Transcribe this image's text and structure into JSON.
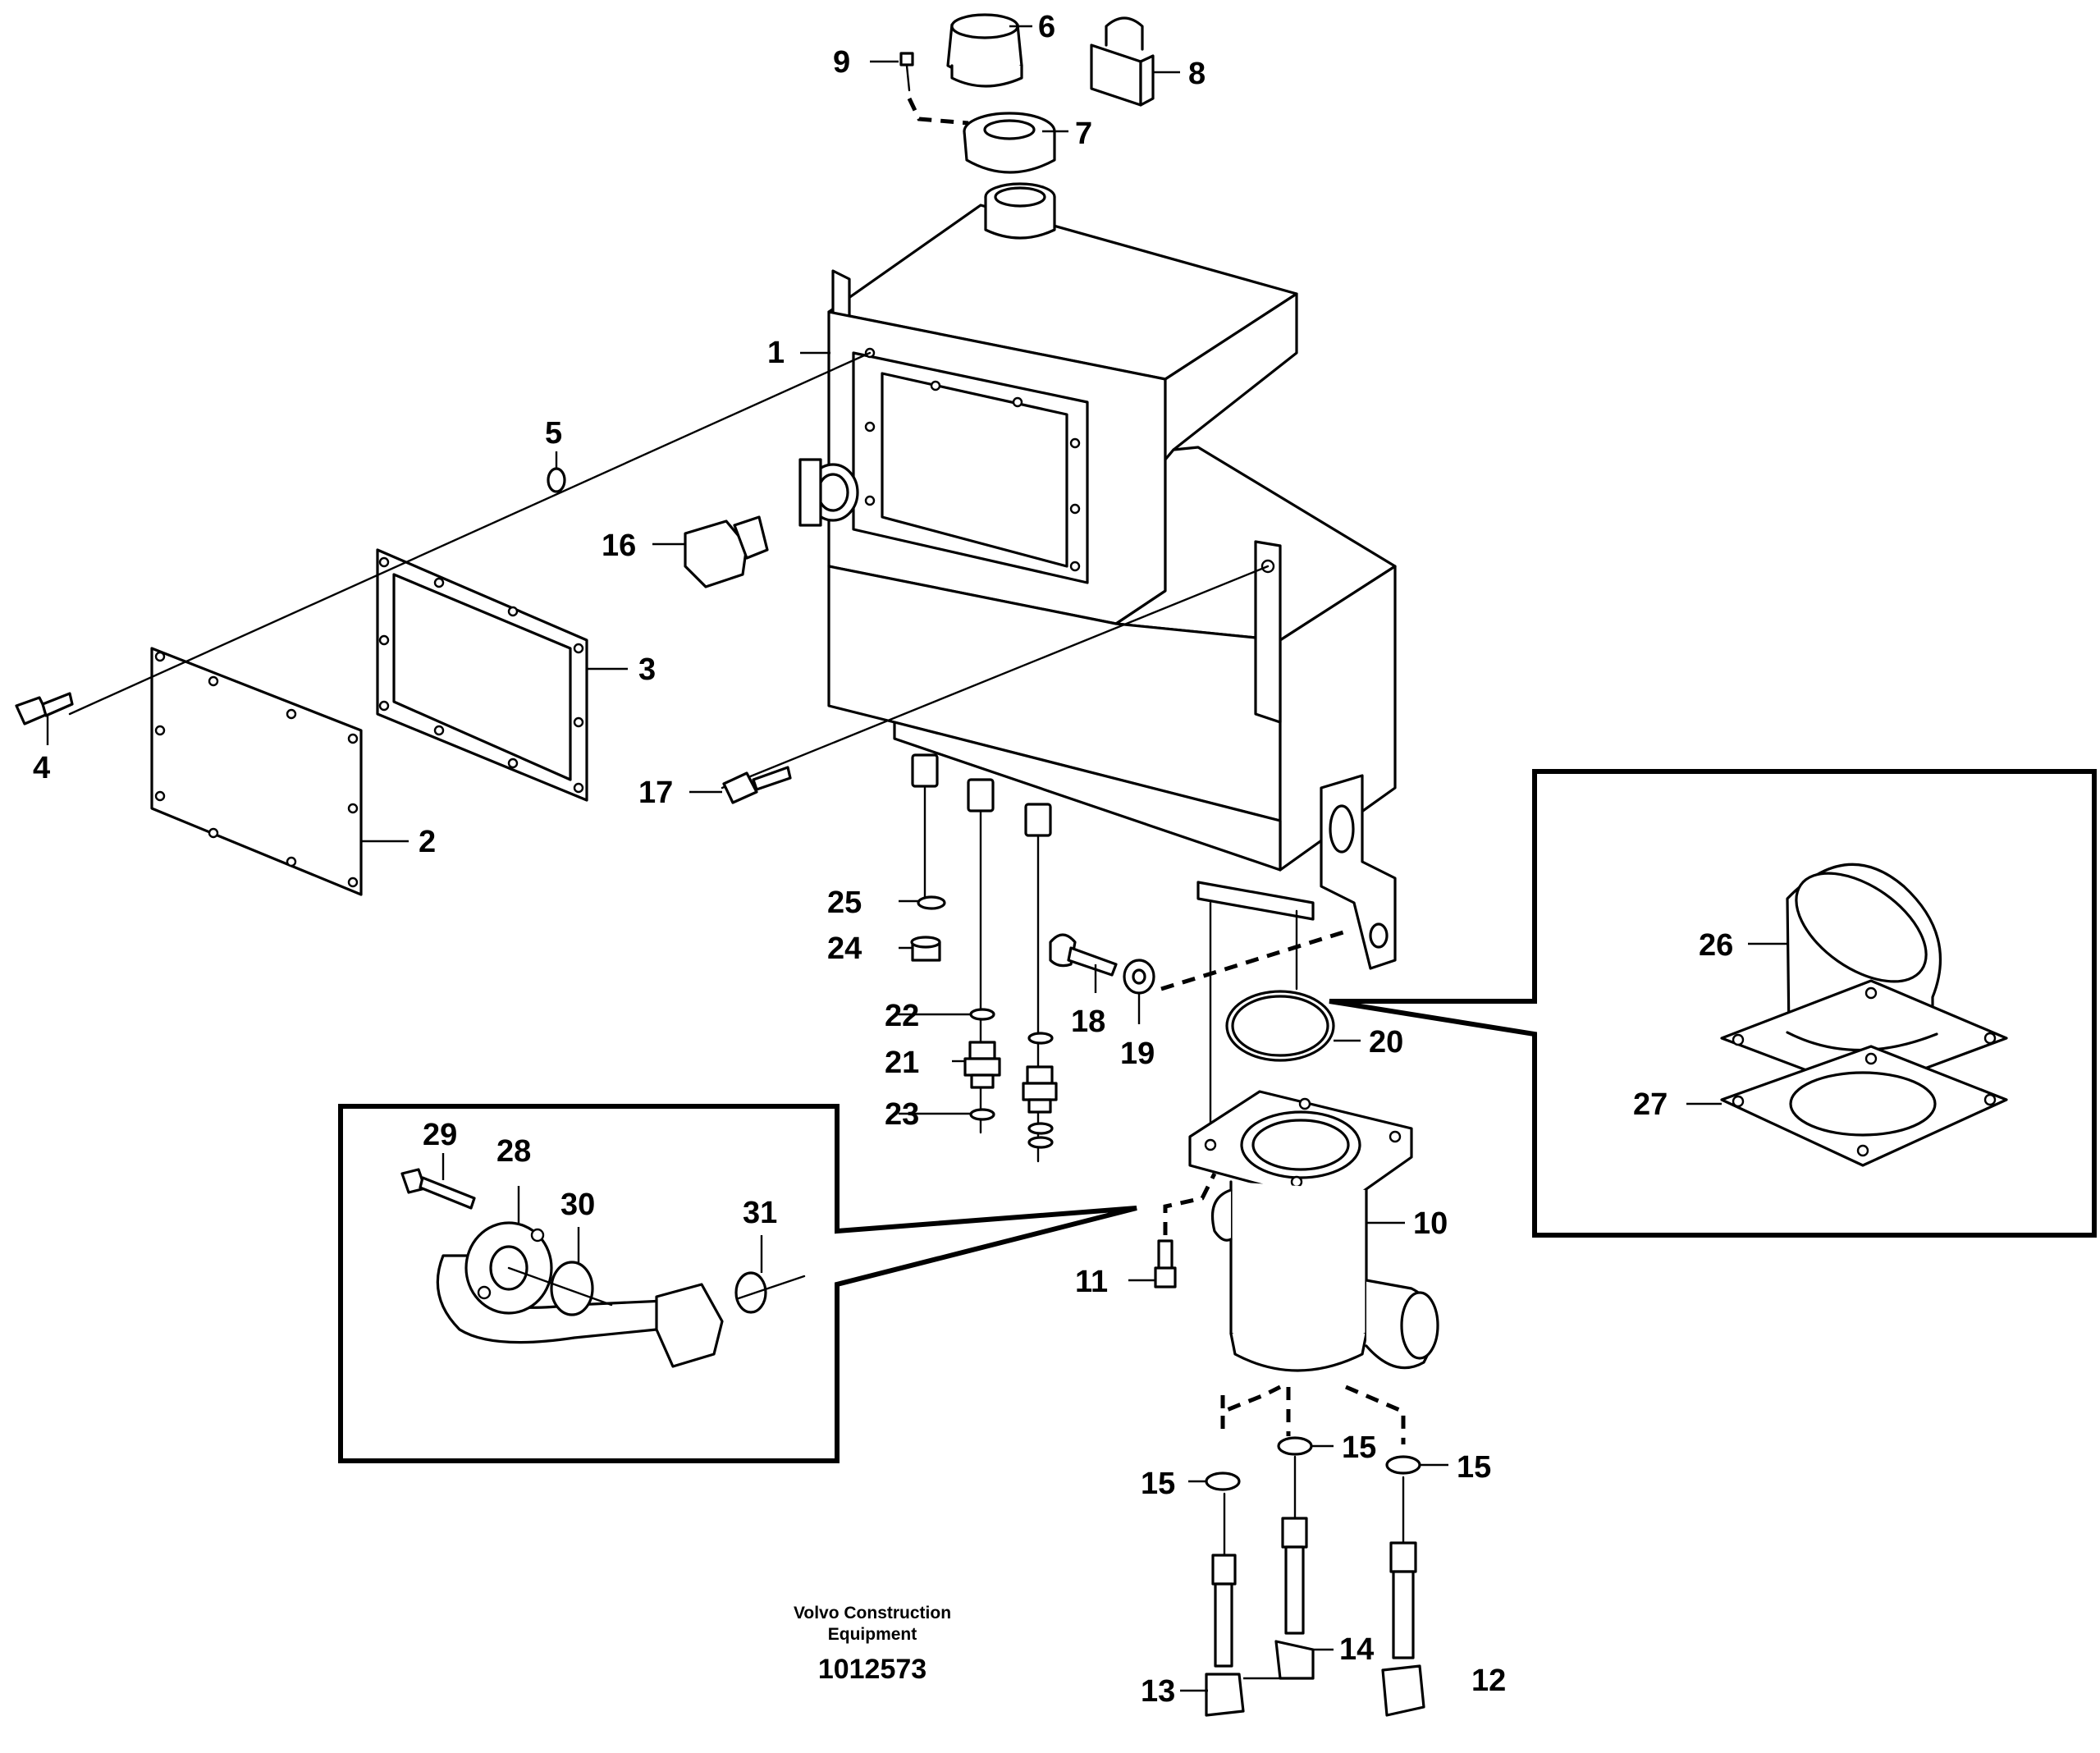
{
  "callouts": [
    {
      "id": "1",
      "label": "1"
    },
    {
      "id": "2",
      "label": "2"
    },
    {
      "id": "3",
      "label": "3"
    },
    {
      "id": "4",
      "label": "4"
    },
    {
      "id": "5",
      "label": "5"
    },
    {
      "id": "6",
      "label": "6"
    },
    {
      "id": "7",
      "label": "7"
    },
    {
      "id": "8",
      "label": "8"
    },
    {
      "id": "9",
      "label": "9"
    },
    {
      "id": "10",
      "label": "10"
    },
    {
      "id": "11",
      "label": "11"
    },
    {
      "id": "12",
      "label": "12"
    },
    {
      "id": "13",
      "label": "13"
    },
    {
      "id": "14",
      "label": "14"
    },
    {
      "id": "15a",
      "label": "15"
    },
    {
      "id": "15b",
      "label": "15"
    },
    {
      "id": "15c",
      "label": "15"
    },
    {
      "id": "16",
      "label": "16"
    },
    {
      "id": "17",
      "label": "17"
    },
    {
      "id": "18",
      "label": "18"
    },
    {
      "id": "19",
      "label": "19"
    },
    {
      "id": "20",
      "label": "20"
    },
    {
      "id": "21",
      "label": "21"
    },
    {
      "id": "22",
      "label": "22"
    },
    {
      "id": "23",
      "label": "23"
    },
    {
      "id": "24",
      "label": "24"
    },
    {
      "id": "25",
      "label": "25"
    },
    {
      "id": "26",
      "label": "26"
    },
    {
      "id": "27",
      "label": "27"
    },
    {
      "id": "28",
      "label": "28"
    },
    {
      "id": "29",
      "label": "29"
    },
    {
      "id": "30",
      "label": "30"
    },
    {
      "id": "31",
      "label": "31"
    }
  ],
  "credit": {
    "line1": "Volvo Construction",
    "line2": "Equipment"
  },
  "reference_number": "1012573"
}
